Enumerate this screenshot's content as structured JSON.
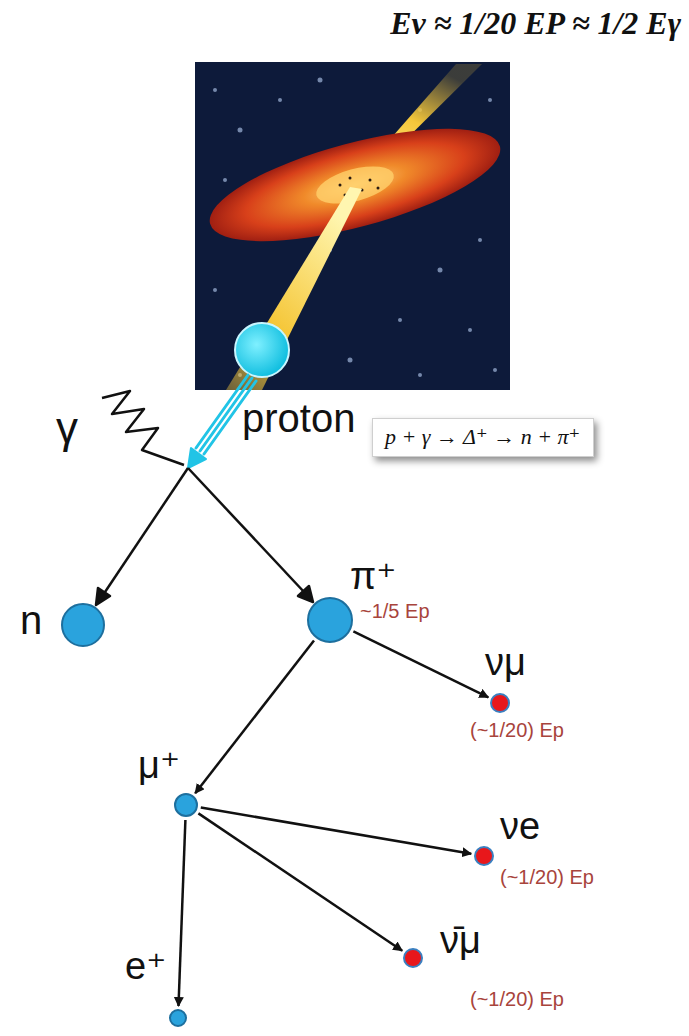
{
  "diagram": {
    "nodes": [
      {
        "text": [
          "p + γ → Δ⁺ → n + π⁺"
        ]
      },
      {
        "text": [
          "n"
        ]
      },
      {
        "text": [
          "π⁺",
          "~1/5 Ep"
        ]
      },
      {
        "text": [
          "νμ",
          "(~1/20) Ep"
        ]
      },
      {
        "text": [
          "μ⁺"
        ]
      },
      {
        "text": [
          "νe",
          "(~1/20) Ep"
        ]
      },
      {
        "text": [
          "ν̄μ",
          "(~1/20) Ep"
        ]
      },
      {
        "text": [
          "e⁺"
        ]
      }
    ],
    "edges": [
      {
        "from": 2,
        "to": 3,
        "arrow": "to"
      },
      {
        "from": 2,
        "to": 4,
        "arrow": "to"
      },
      {
        "from": 4,
        "to": 5,
        "arrow": "to"
      },
      {
        "from": 4,
        "to": 6,
        "arrow": "to"
      },
      {
        "from": 4,
        "to": 7,
        "arrow": "to"
      }
    ],
    "labels": [
      "Eν ≈ 1/20 EP ≈ 1/2 Eγ",
      "proton",
      "γ"
    ]
  }
}
